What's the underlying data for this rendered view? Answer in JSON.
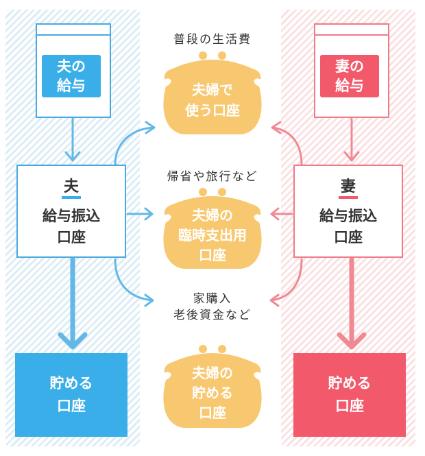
{
  "husband": {
    "salary": "夫の\n給与",
    "owner": "夫",
    "account": "給与振込\n口座",
    "savings": "貯める\n口座"
  },
  "wife": {
    "salary": "妻の\n給与",
    "owner": "妻",
    "account": "給与振込\n口座",
    "savings": "貯める\n口座"
  },
  "purses": [
    {
      "caption": "普段の生活費",
      "label": "夫婦で\n使う口座"
    },
    {
      "caption": "帰省や旅行など",
      "label": "夫婦の\n臨時支出用\n口座"
    },
    {
      "caption": "家購入\n老後資金など",
      "label": "夫婦の\n貯める\n口座"
    }
  ],
  "colors": {
    "blue": "#3aaee8",
    "blue_line": "#4aa8e0",
    "pink": "#f25a6c",
    "pink_line": "#f07a86",
    "purse": "#f8c871",
    "text": "#333333"
  }
}
